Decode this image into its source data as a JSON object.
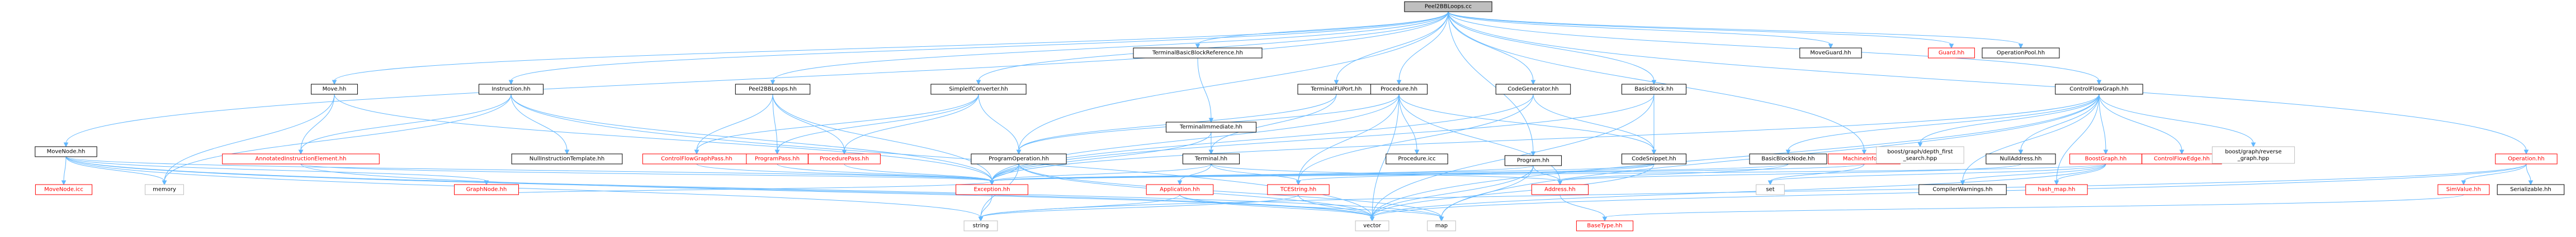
{
  "graph": {
    "root": "Peel2BBLoops.cc",
    "edge_color": "#63b8ff",
    "colors": {
      "root_fill": "#bfbfbf",
      "missing_border": "#ff0000",
      "external_border": "#bfbfbf"
    },
    "nodes": [
      {
        "id": "root",
        "label": "Peel2BBLoops.cc",
        "kind": "root"
      },
      {
        "id": "tbbr",
        "label": "TerminalBasicBlockReference.hh",
        "kind": "inc"
      },
      {
        "id": "moveguard",
        "label": "MoveGuard.hh",
        "kind": "inc"
      },
      {
        "id": "guard",
        "label": "Guard.hh",
        "kind": "red"
      },
      {
        "id": "oppool",
        "label": "OperationPool.hh",
        "kind": "inc"
      },
      {
        "id": "move",
        "label": "Move.hh",
        "kind": "inc"
      },
      {
        "id": "instruction",
        "label": "Instruction.hh",
        "kind": "inc"
      },
      {
        "id": "p2bbhh",
        "label": "Peel2BBLoops.hh",
        "kind": "inc"
      },
      {
        "id": "simplconv",
        "label": "SimpleIfConverter.hh",
        "kind": "inc"
      },
      {
        "id": "termfu",
        "label": "TerminalFUPort.hh",
        "kind": "inc"
      },
      {
        "id": "procedure",
        "label": "Procedure.hh",
        "kind": "inc"
      },
      {
        "id": "codegen",
        "label": "CodeGenerator.hh",
        "kind": "inc"
      },
      {
        "id": "basicblock",
        "label": "BasicBlock.hh",
        "kind": "inc"
      },
      {
        "id": "cfg",
        "label": "ControlFlowGraph.hh",
        "kind": "inc"
      },
      {
        "id": "termimm",
        "label": "TerminalImmediate.hh",
        "kind": "inc"
      },
      {
        "id": "program",
        "label": "Program.hh",
        "kind": "inc"
      },
      {
        "id": "machineinfo",
        "label": "MachineInfo.hh",
        "kind": "red"
      },
      {
        "id": "movenode",
        "label": "MoveNode.hh",
        "kind": "inc"
      },
      {
        "id": "annotated",
        "label": "AnnotatedInstructionElement.hh",
        "kind": "red"
      },
      {
        "id": "nullinstr",
        "label": "NullInstructionTemplate.hh",
        "kind": "inc"
      },
      {
        "id": "cfgpass",
        "label": "ControlFlowGraphPass.hh",
        "kind": "red"
      },
      {
        "id": "programpass",
        "label": "ProgramPass.hh",
        "kind": "red"
      },
      {
        "id": "procpass",
        "label": "ProcedurePass.hh",
        "kind": "red"
      },
      {
        "id": "progop",
        "label": "ProgramOperation.hh",
        "kind": "inc"
      },
      {
        "id": "terminal",
        "label": "Terminal.hh",
        "kind": "inc"
      },
      {
        "id": "proccc",
        "label": "Procedure.icc",
        "kind": "inc"
      },
      {
        "id": "codesnip",
        "label": "CodeSnippet.hh",
        "kind": "inc"
      },
      {
        "id": "bbnode",
        "label": "BasicBlockNode.hh",
        "kind": "inc"
      },
      {
        "id": "boostdfs",
        "label": "boost/graph/depth_first\n_search.hpp",
        "kind": "lightgray"
      },
      {
        "id": "nulladdr",
        "label": "NullAddress.hh",
        "kind": "inc"
      },
      {
        "id": "boostgraph",
        "label": "BoostGraph.hh",
        "kind": "red"
      },
      {
        "id": "cfedge",
        "label": "ControlFlowEdge.hh",
        "kind": "red"
      },
      {
        "id": "boostrev",
        "label": "boost/graph/reverse\n_graph.hpp",
        "kind": "lightgray"
      },
      {
        "id": "operation",
        "label": "Operation.hh",
        "kind": "red"
      },
      {
        "id": "movenodeicc",
        "label": "MoveNode.icc",
        "kind": "red"
      },
      {
        "id": "memory",
        "label": "memory",
        "kind": "lightgray"
      },
      {
        "id": "graphnode",
        "label": "GraphNode.hh",
        "kind": "red"
      },
      {
        "id": "exception",
        "label": "Exception.hh",
        "kind": "red"
      },
      {
        "id": "application",
        "label": "Application.hh",
        "kind": "red"
      },
      {
        "id": "tcestring",
        "label": "TCEString.hh",
        "kind": "red"
      },
      {
        "id": "address",
        "label": "Address.hh",
        "kind": "red"
      },
      {
        "id": "set",
        "label": "set",
        "kind": "lightgray"
      },
      {
        "id": "compwarn",
        "label": "CompilerWarnings.hh",
        "kind": "inc"
      },
      {
        "id": "hashmap",
        "label": "hash_map.hh",
        "kind": "red"
      },
      {
        "id": "simvalue",
        "label": "SimValue.hh",
        "kind": "red"
      },
      {
        "id": "serializable",
        "label": "Serializable.hh",
        "kind": "inc"
      },
      {
        "id": "string",
        "label": "string",
        "kind": "lightgray"
      },
      {
        "id": "vector",
        "label": "vector",
        "kind": "lightgray"
      },
      {
        "id": "map",
        "label": "map",
        "kind": "lightgray"
      },
      {
        "id": "basetype",
        "label": "BaseType.hh",
        "kind": "red"
      }
    ],
    "edges": [
      [
        "root",
        "tbbr"
      ],
      [
        "root",
        "moveguard"
      ],
      [
        "root",
        "guard"
      ],
      [
        "root",
        "oppool"
      ],
      [
        "root",
        "move"
      ],
      [
        "root",
        "instruction"
      ],
      [
        "root",
        "p2bbhh"
      ],
      [
        "root",
        "simplconv"
      ],
      [
        "root",
        "termfu"
      ],
      [
        "root",
        "procedure"
      ],
      [
        "root",
        "codegen"
      ],
      [
        "root",
        "basicblock"
      ],
      [
        "root",
        "cfg"
      ],
      [
        "root",
        "program"
      ],
      [
        "root",
        "machineinfo"
      ],
      [
        "root",
        "movenode"
      ],
      [
        "root",
        "progop"
      ],
      [
        "root",
        "operation"
      ],
      [
        "tbbr",
        "termimm"
      ],
      [
        "move",
        "annotated"
      ],
      [
        "move",
        "memory"
      ],
      [
        "move",
        "exception"
      ],
      [
        "instruction",
        "annotated"
      ],
      [
        "instruction",
        "nullinstr"
      ],
      [
        "instruction",
        "memory"
      ],
      [
        "instruction",
        "exception"
      ],
      [
        "instruction",
        "vector"
      ],
      [
        "p2bbhh",
        "cfgpass"
      ],
      [
        "p2bbhh",
        "programpass"
      ],
      [
        "p2bbhh",
        "procpass"
      ],
      [
        "p2bbhh",
        "exception"
      ],
      [
        "simplconv",
        "cfgpass"
      ],
      [
        "simplconv",
        "programpass"
      ],
      [
        "simplconv",
        "procpass"
      ],
      [
        "simplconv",
        "progop"
      ],
      [
        "termfu",
        "progop"
      ],
      [
        "termfu",
        "terminal"
      ],
      [
        "procedure",
        "progop"
      ],
      [
        "procedure",
        "proccc"
      ],
      [
        "procedure",
        "codesnip"
      ],
      [
        "procedure",
        "address"
      ],
      [
        "procedure",
        "exception"
      ],
      [
        "procedure",
        "tcestring"
      ],
      [
        "procedure",
        "vector"
      ],
      [
        "codegen",
        "codesnip"
      ],
      [
        "codegen",
        "exception"
      ],
      [
        "codegen",
        "tcestring"
      ],
      [
        "basicblock",
        "codesnip"
      ],
      [
        "basicblock",
        "exception"
      ],
      [
        "basicblock",
        "vector"
      ],
      [
        "cfg",
        "bbnode"
      ],
      [
        "cfg",
        "boostdfs"
      ],
      [
        "cfg",
        "nulladdr"
      ],
      [
        "cfg",
        "boostgraph"
      ],
      [
        "cfg",
        "cfedge"
      ],
      [
        "cfg",
        "boostrev"
      ],
      [
        "cfg",
        "exception"
      ],
      [
        "cfg",
        "compwarn"
      ],
      [
        "cfg",
        "hashmap"
      ],
      [
        "cfg",
        "vector"
      ],
      [
        "cfg",
        "map"
      ],
      [
        "termimm",
        "terminal"
      ],
      [
        "termimm",
        "exception"
      ],
      [
        "program",
        "address"
      ],
      [
        "program",
        "exception"
      ],
      [
        "program",
        "vector"
      ],
      [
        "program",
        "map"
      ],
      [
        "machineinfo",
        "set"
      ],
      [
        "machineinfo",
        "exception"
      ],
      [
        "movenode",
        "movenodeicc"
      ],
      [
        "movenode",
        "memory"
      ],
      [
        "movenode",
        "graphnode"
      ],
      [
        "movenode",
        "exception"
      ],
      [
        "movenode",
        "string"
      ],
      [
        "movenode",
        "vector"
      ],
      [
        "movenode",
        "map"
      ],
      [
        "annotated",
        "exception"
      ],
      [
        "annotated",
        "vector"
      ],
      [
        "cfgpass",
        "exception"
      ],
      [
        "programpass",
        "exception"
      ],
      [
        "procpass",
        "exception"
      ],
      [
        "progop",
        "exception"
      ],
      [
        "progop",
        "string"
      ],
      [
        "progop",
        "vector"
      ],
      [
        "progop",
        "map"
      ],
      [
        "terminal",
        "application"
      ],
      [
        "terminal",
        "tcestring"
      ],
      [
        "terminal",
        "address"
      ],
      [
        "terminal",
        "exception"
      ],
      [
        "codesnip",
        "tcestring"
      ],
      [
        "codesnip",
        "exception"
      ],
      [
        "codesnip",
        "vector"
      ],
      [
        "bbnode",
        "address"
      ],
      [
        "bbnode",
        "exception"
      ],
      [
        "nulladdr",
        "address"
      ],
      [
        "boostgraph",
        "exception"
      ],
      [
        "boostgraph",
        "compwarn"
      ],
      [
        "boostgraph",
        "hashmap"
      ],
      [
        "boostgraph",
        "vector"
      ],
      [
        "boostgraph",
        "set"
      ],
      [
        "operation",
        "simvalue"
      ],
      [
        "operation",
        "serializable"
      ],
      [
        "operation",
        "string"
      ],
      [
        "operation",
        "vector"
      ],
      [
        "graphnode",
        "exception"
      ],
      [
        "exception",
        "string"
      ],
      [
        "application",
        "string"
      ],
      [
        "application",
        "vector"
      ],
      [
        "application",
        "map"
      ],
      [
        "tcestring",
        "string"
      ],
      [
        "tcestring",
        "vector"
      ],
      [
        "address",
        "basetype"
      ],
      [
        "simvalue",
        "basetype"
      ]
    ]
  }
}
